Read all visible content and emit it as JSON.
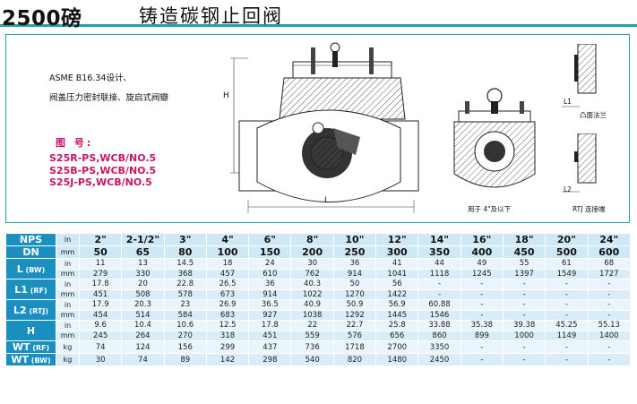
{
  "title": {
    "main": "2500磅",
    "sub": "铸造碳钢止回阀"
  },
  "drawing": {
    "standard_line1": "ASME B16.34设计、",
    "standard_line2": "阀盖压力密封联接、旋启式阀瓣",
    "figure_label": "图 号:",
    "models": [
      "S25R-PS,WCB/NO.5",
      "S25B-PS,WCB/NO.5",
      "S25J-PS,WCB/NO.5"
    ],
    "dim_H": "H",
    "dim_L": "L",
    "dim_L1": "L1",
    "dim_L2": "L2",
    "caption_small": "用于 4\"及以下",
    "caption_rf": "凸面法兰",
    "caption_rtj": "RTJ 连接端"
  },
  "table": {
    "nps": {
      "label": "NPS",
      "unit": "in",
      "values": [
        "2\"",
        "2-1/2\"",
        "3\"",
        "4\"",
        "6\"",
        "8\"",
        "10\"",
        "12\"",
        "14\"",
        "16\"",
        "18\"",
        "20\"",
        "24\""
      ]
    },
    "dn": {
      "label": "DN",
      "unit": "mm",
      "values": [
        "50",
        "65",
        "80",
        "100",
        "150",
        "200",
        "250",
        "300",
        "350",
        "400",
        "450",
        "500",
        "600"
      ]
    },
    "groups": [
      {
        "label": "L",
        "sub": "(BW)",
        "rows": [
          {
            "unit": "in",
            "values": [
              "11",
              "13",
              "14.5",
              "18",
              "24",
              "30",
              "36",
              "41",
              "44",
              "49",
              "55",
              "61",
              "68"
            ]
          },
          {
            "unit": "mm",
            "values": [
              "279",
              "330",
              "368",
              "457",
              "610",
              "762",
              "914",
              "1041",
              "1118",
              "1245",
              "1397",
              "1549",
              "1727"
            ]
          }
        ]
      },
      {
        "label": "L1",
        "sub": "(RF)",
        "rows": [
          {
            "unit": "in",
            "values": [
              "17.8",
              "20",
              "22.8",
              "26.5",
              "36",
              "40.3",
              "50",
              "56",
              "-",
              "-",
              "-",
              "-",
              "-"
            ]
          },
          {
            "unit": "mm",
            "values": [
              "451",
              "508",
              "578",
              "673",
              "914",
              "1022",
              "1270",
              "1422",
              "-",
              "-",
              "-",
              "-",
              "-"
            ]
          }
        ]
      },
      {
        "label": "L2",
        "sub": "(RTJ)",
        "rows": [
          {
            "unit": "in",
            "values": [
              "17.9",
              "20.3",
              "23",
              "26.9",
              "36.5",
              "40.9",
              "50.9",
              "56.9",
              "60.88",
              "-",
              "-",
              "-",
              "-"
            ]
          },
          {
            "unit": "mm",
            "values": [
              "454",
              "514",
              "584",
              "683",
              "927",
              "1038",
              "1292",
              "1445",
              "1546",
              "-",
              "-",
              "-",
              "-"
            ]
          }
        ]
      },
      {
        "label": "H",
        "sub": "",
        "rows": [
          {
            "unit": "in",
            "values": [
              "9.6",
              "10.4",
              "10.6",
              "12.5",
              "17.8",
              "22",
              "22.7",
              "25.8",
              "33.88",
              "35.38",
              "39.38",
              "45.25",
              "55.13"
            ]
          },
          {
            "unit": "mm",
            "values": [
              "245",
              "264",
              "270",
              "318",
              "451",
              "559",
              "576",
              "656",
              "860",
              "899",
              "1000",
              "1149",
              "1400"
            ]
          }
        ]
      }
    ],
    "weights": [
      {
        "label": "WT",
        "sub": "(RF)",
        "unit": "kg",
        "values": [
          "74",
          "124",
          "156",
          "299",
          "437",
          "736",
          "1718",
          "2700",
          "3350",
          "-",
          "-",
          "-",
          "-"
        ]
      },
      {
        "label": "WT",
        "sub": "(BW)",
        "unit": "kg",
        "values": [
          "30",
          "74",
          "89",
          "142",
          "298",
          "540",
          "820",
          "1480",
          "2450",
          "-",
          "-",
          "-",
          "-"
        ]
      }
    ]
  },
  "colors": {
    "accent_teal": "#1fa3a8",
    "header_blue": "#1b8fc0",
    "magenta": "#c8156a"
  }
}
